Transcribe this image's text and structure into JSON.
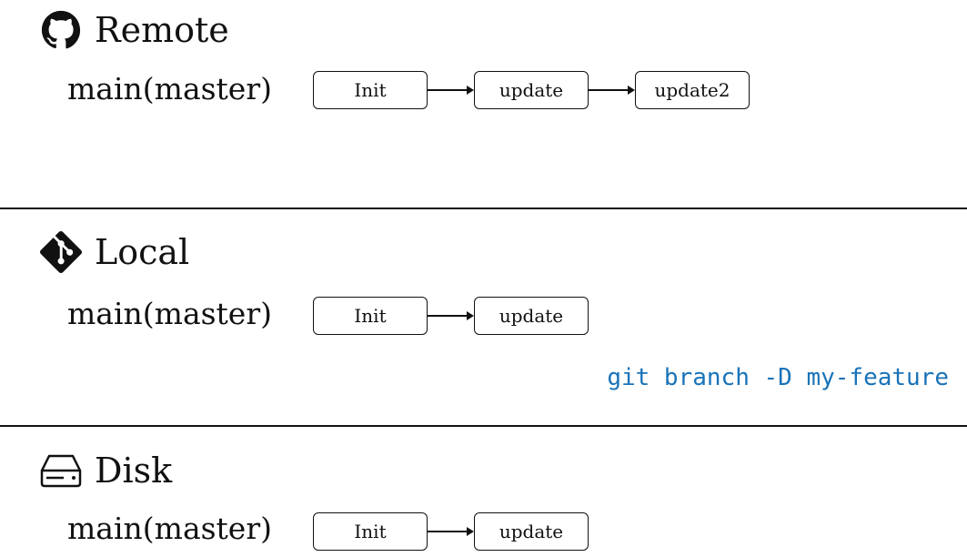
{
  "sections": {
    "remote": {
      "title": "Remote",
      "icon": "github-icon",
      "branch": "main(master)",
      "commits": [
        "Init",
        "update",
        "update2"
      ]
    },
    "local": {
      "title": "Local",
      "icon": "git-icon",
      "branch": "main(master)",
      "commits": [
        "Init",
        "update"
      ],
      "command": "git branch -D my-feature"
    },
    "disk": {
      "title": "Disk",
      "icon": "hard-drive-icon",
      "branch": "main(master)",
      "commits": [
        "Init",
        "update"
      ]
    }
  },
  "colors": {
    "command": "#1a73b8",
    "ink": "#111111"
  }
}
